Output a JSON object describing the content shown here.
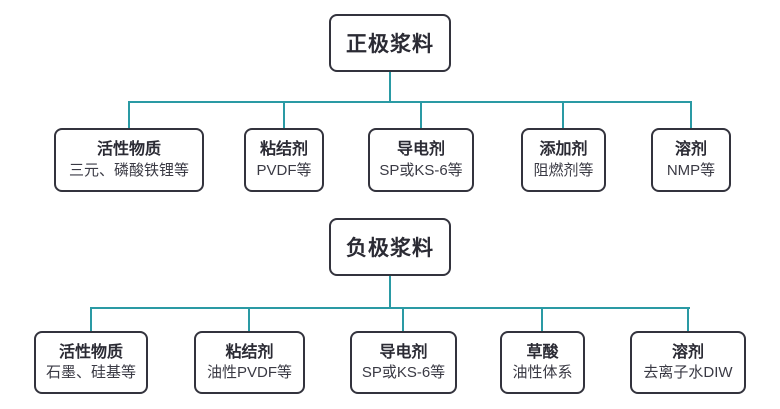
{
  "diagram": {
    "accent_color": "#2a9aa4",
    "node_border_color": "#33333d",
    "node_text_color": "#2b2b34",
    "trees": [
      {
        "root": {
          "title": "正极浆料"
        },
        "children": [
          {
            "title": "活性物质",
            "subtitle": "三元、磷酸铁锂等"
          },
          {
            "title": "粘结剂",
            "subtitle": "PVDF等"
          },
          {
            "title": "导电剂",
            "subtitle": "SP或KS-6等"
          },
          {
            "title": "添加剂",
            "subtitle": "阻燃剂等"
          },
          {
            "title": "溶剂",
            "subtitle": "NMP等"
          }
        ]
      },
      {
        "root": {
          "title": "负极浆料"
        },
        "children": [
          {
            "title": "活性物质",
            "subtitle": "石墨、硅基等"
          },
          {
            "title": "粘结剂",
            "subtitle": "油性PVDF等"
          },
          {
            "title": "导电剂",
            "subtitle": "SP或KS-6等"
          },
          {
            "title": "草酸",
            "subtitle": "油性体系"
          },
          {
            "title": "溶剂",
            "subtitle": "去离子水DIW"
          }
        ]
      }
    ]
  }
}
